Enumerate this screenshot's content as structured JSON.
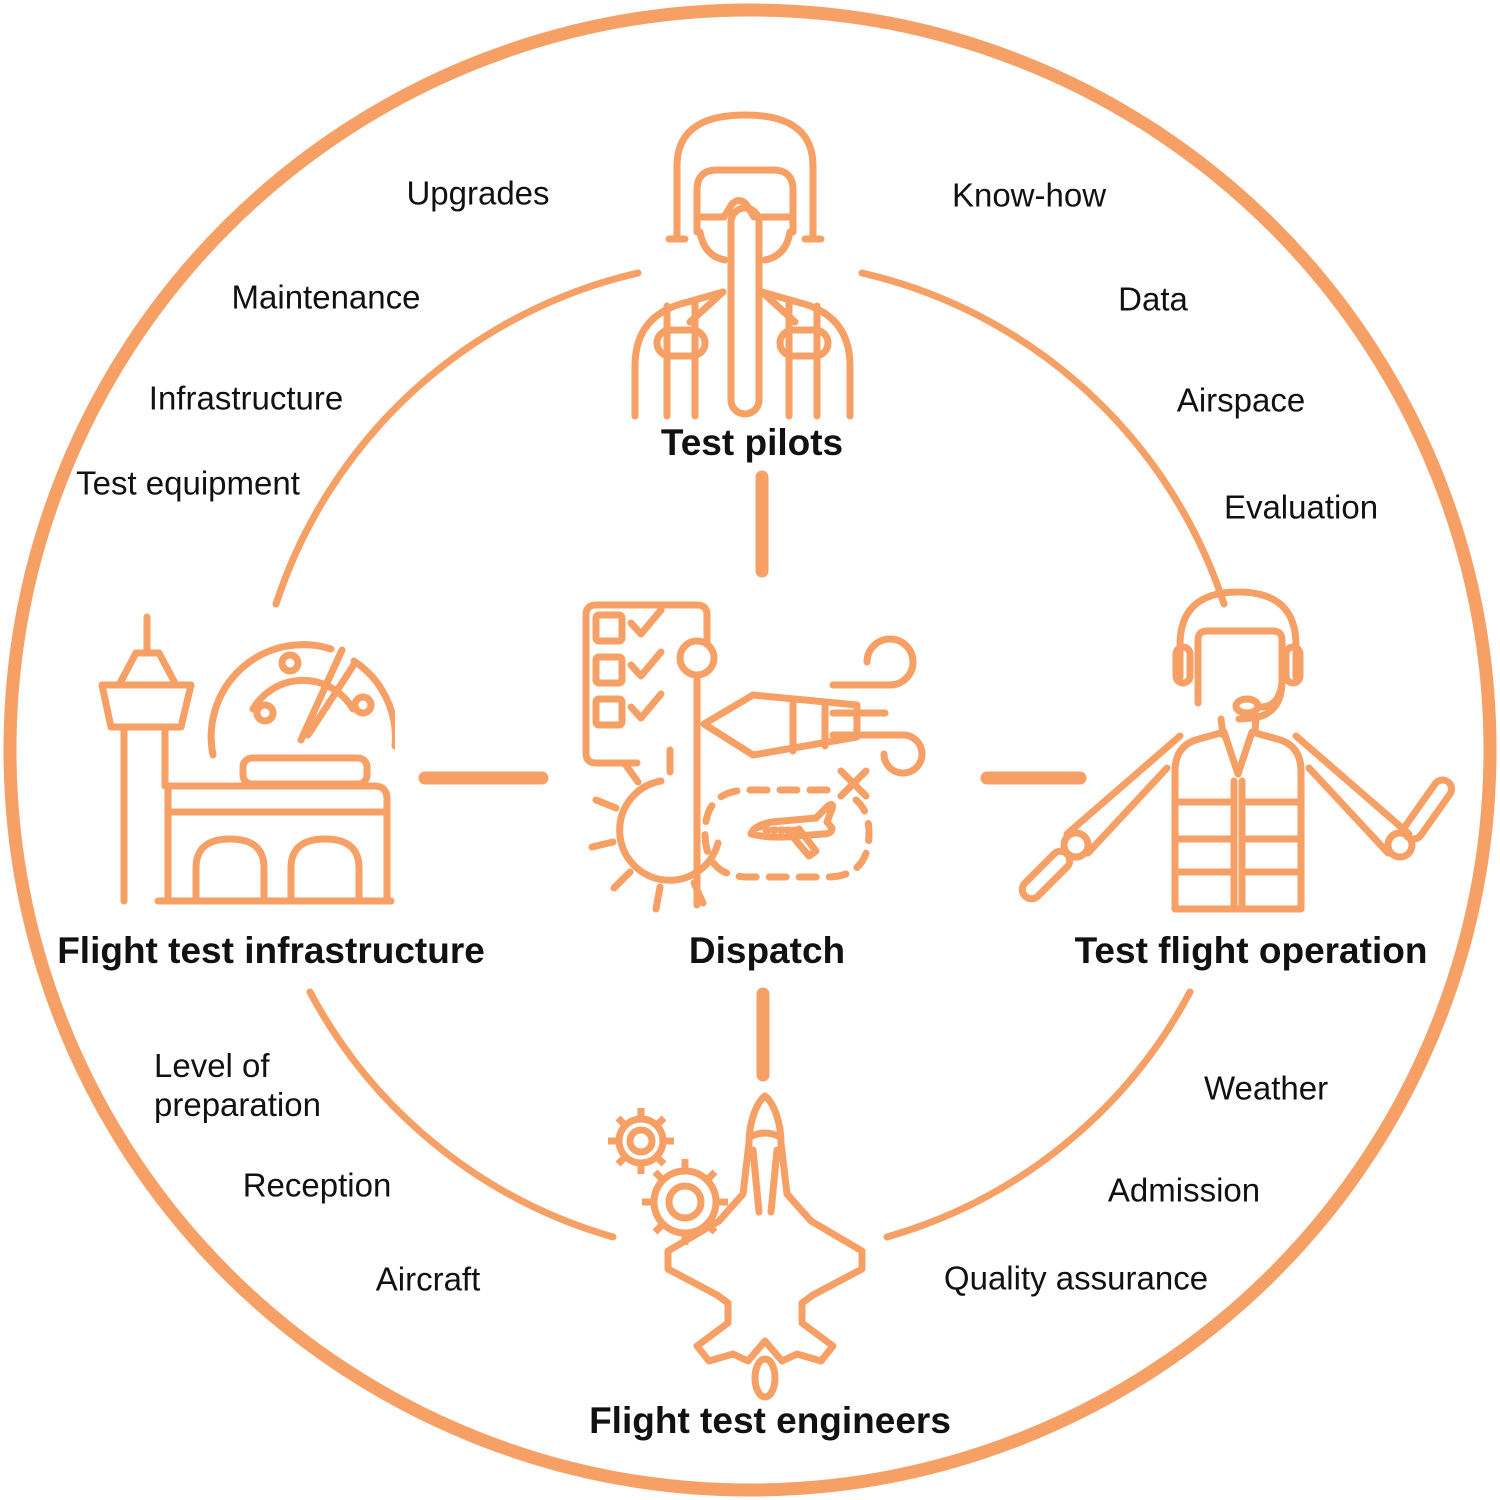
{
  "colors": {
    "accent": "#F6A066",
    "text": "#111111"
  },
  "nodes": {
    "pilots": {
      "label": "Test pilots"
    },
    "infrastructure": {
      "label": "Flight test infrastructure"
    },
    "dispatch": {
      "label": "Dispatch"
    },
    "operation": {
      "label": "Test flight operation"
    },
    "engineers": {
      "label": "Flight test engineers"
    }
  },
  "satellites": {
    "upgrades": "Upgrades",
    "maintenance": "Maintenance",
    "infrastructure": "Infrastructure",
    "test_equipment": "Test equipment",
    "know_how": "Know-how",
    "data": "Data",
    "airspace": "Airspace",
    "evaluation": "Evaluation",
    "level_of_preparation": "Level of\npreparation",
    "reception": "Reception",
    "aircraft": "Aircraft",
    "weather": "Weather",
    "admission": "Admission",
    "quality_assurance": "Quality assurance"
  },
  "icons": {
    "pilots": "pilot-helmet-icon",
    "infrastructure": "control-tower-radar-icon",
    "dispatch": "checklist-windsock-sun-flightplan-icon",
    "operation": "marshaller-vest-batons-icon",
    "engineers": "jet-gears-icon"
  }
}
